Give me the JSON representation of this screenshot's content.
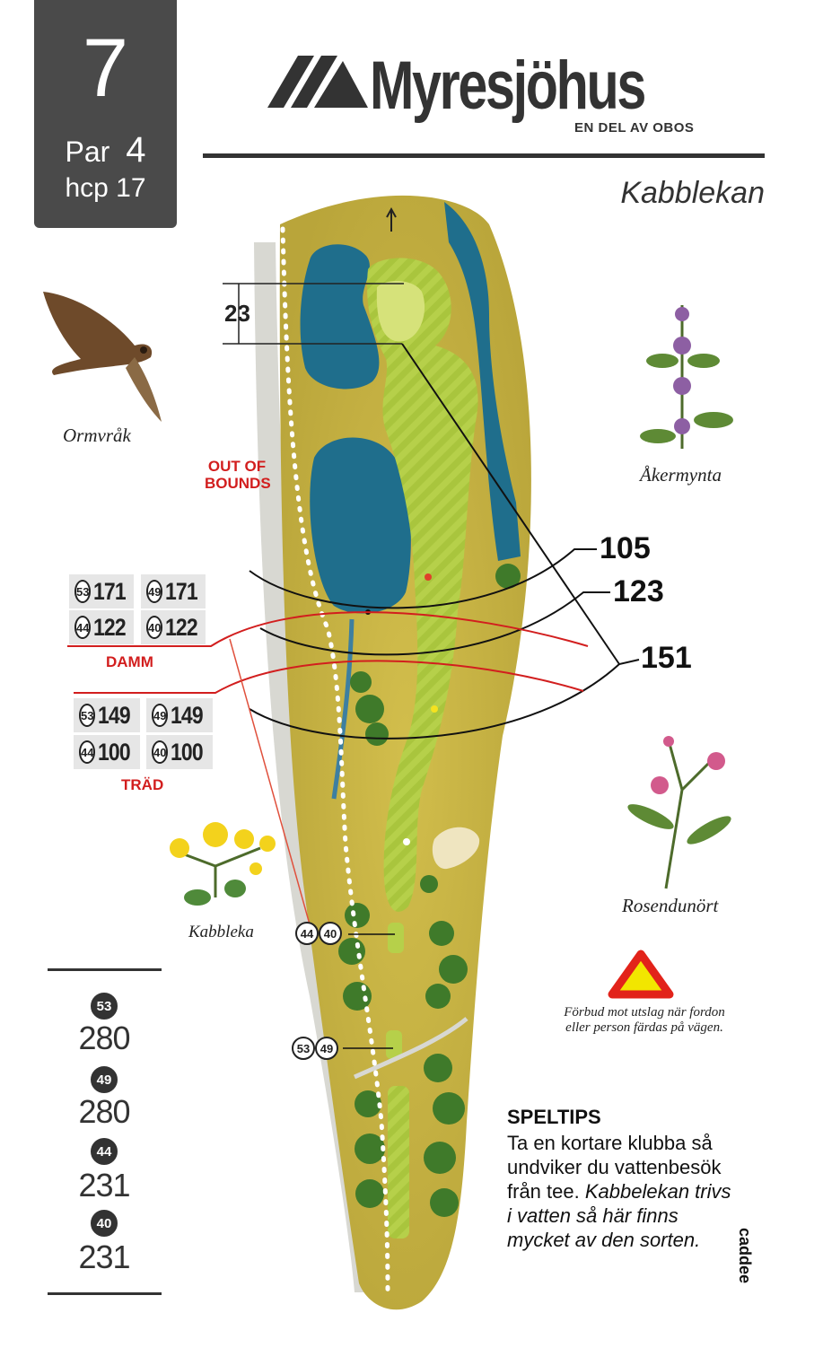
{
  "hole": {
    "number": "7",
    "par_label": "Par",
    "par_value": "4",
    "hcp": "hcp 17"
  },
  "brand": {
    "name": "Myresjöhus",
    "sub": "EN DEL AV OBOS"
  },
  "course_name": "Kabblekan",
  "illustrations": {
    "bird": "Ormvråk",
    "plant_top_right": "Åkermynta",
    "plant_mid_right": "Rosendunört",
    "flower_left": "Kabbleka"
  },
  "map": {
    "out_of_bounds": [
      "OUT OF",
      "BOUNDS"
    ],
    "green_depth": "23",
    "yardage_right": [
      "105",
      "123",
      "151"
    ],
    "tee_markers": [
      {
        "tees": [
          "44",
          "40"
        ]
      },
      {
        "tees": [
          "53",
          "49"
        ]
      }
    ]
  },
  "hazards": [
    {
      "label": "DAMM",
      "rows": [
        [
          {
            "tee": "53",
            "value": "171"
          },
          {
            "tee": "49",
            "value": "171"
          }
        ],
        [
          {
            "tee": "44",
            "value": "122"
          },
          {
            "tee": "40",
            "value": "122"
          }
        ]
      ]
    },
    {
      "label": "TRÄD",
      "rows": [
        [
          {
            "tee": "53",
            "value": "149"
          },
          {
            "tee": "49",
            "value": "149"
          }
        ],
        [
          {
            "tee": "44",
            "value": "100"
          },
          {
            "tee": "40",
            "value": "100"
          }
        ]
      ]
    }
  ],
  "tee_lengths": [
    {
      "tee": "53",
      "length": "280"
    },
    {
      "tee": "49",
      "length": "280"
    },
    {
      "tee": "44",
      "length": "231"
    },
    {
      "tee": "40",
      "length": "231"
    }
  ],
  "warning": {
    "text": "Förbud mot utslag när fordon eller person färdas på vägen."
  },
  "tip": {
    "title": "SPELTIPS",
    "text": "Ta en kortare klubba så undviker du vattenbesök från tee.",
    "italic": "Kabbelekan trivs i vatten så här finns mycket av den sorten."
  },
  "credit": "caddee",
  "colors": {
    "box": "#4a4a4a",
    "red": "#d21e1e",
    "rough": "#c9b645",
    "fairway": "#a8c43a",
    "water": "#1f6e8c"
  }
}
